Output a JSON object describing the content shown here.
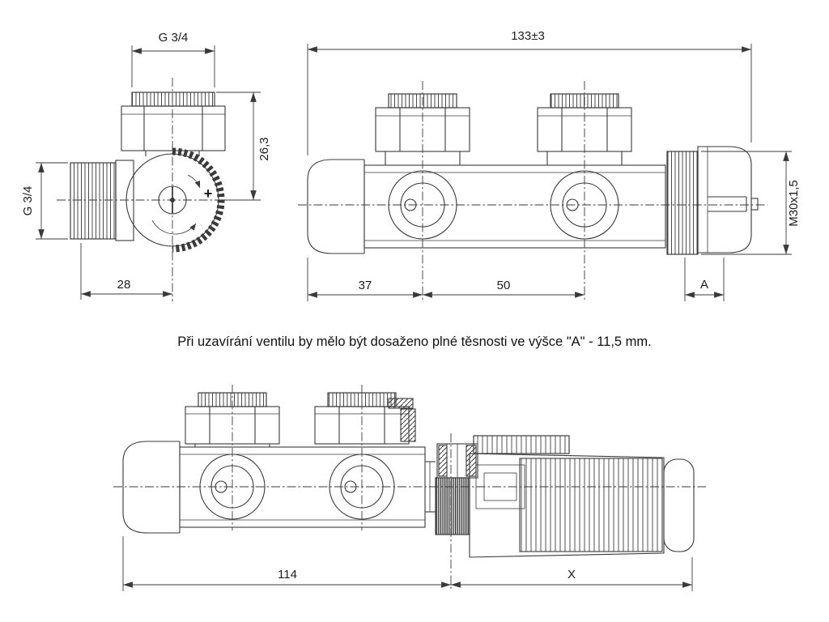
{
  "drawing": {
    "background": "#ffffff",
    "line_color": "#3a3a3a",
    "note": "Při uzavírání ventilu by mělo být dosaženo plné těsnosti ve výšce \"A\" - 11,5 mm.",
    "side_view": {
      "dims": {
        "thread_top": "G 3/4",
        "thread_left": "G 3/4",
        "height": "26,3",
        "width": "28"
      },
      "wheel_plus": "+"
    },
    "front_view": {
      "dims": {
        "overall_length": "133±3",
        "head_thread": "M30x1,5",
        "left_offset": "37",
        "center_distance": "50",
        "closure": "A"
      }
    },
    "assembly_view": {
      "dims": {
        "body_length": "114",
        "head_length": "X"
      }
    }
  }
}
